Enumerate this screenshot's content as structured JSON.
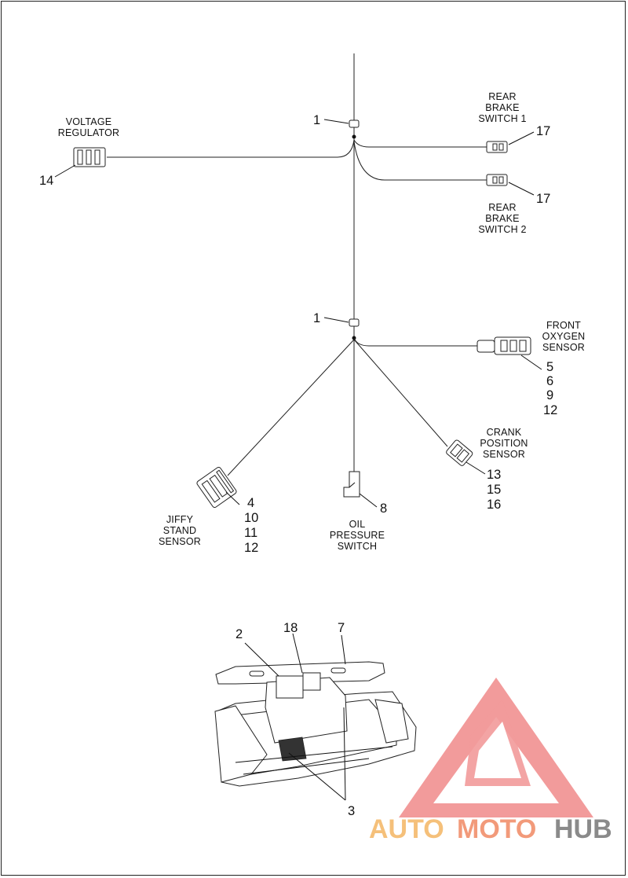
{
  "labels": {
    "voltage_regulator": [
      "VOLTAGE",
      "REGULATOR"
    ],
    "rear_brake_switch_1": [
      "REAR",
      "BRAKE",
      "SWITCH 1"
    ],
    "rear_brake_switch_2": [
      "REAR",
      "BRAKE",
      "SWITCH 2"
    ],
    "front_oxygen_sensor": [
      "FRONT",
      "OXYGEN",
      "SENSOR"
    ],
    "crank_position_sensor": [
      "CRANK",
      "POSITION",
      "SENSOR"
    ],
    "jiffy_stand_sensor": [
      "JIFFY",
      "STAND",
      "SENSOR"
    ],
    "oil_pressure_switch": [
      "OIL",
      "PRESSURE",
      "SWITCH"
    ]
  },
  "callouts": {
    "clip_upper": "1",
    "clip_lower": "1",
    "voltage_regulator": "14",
    "rear_brake_switch_1": "17",
    "rear_brake_switch_2": "17",
    "front_oxygen_sensor": [
      "5",
      "6",
      "9",
      "12"
    ],
    "crank_position_sensor": [
      "13",
      "15",
      "16"
    ],
    "jiffy_stand_sensor": [
      "4",
      "10",
      "11",
      "12"
    ],
    "oil_pressure_switch": "8",
    "tray_left": "2",
    "tray_middle": "18",
    "tray_right": "7",
    "tray_bottom": "3"
  },
  "watermark": {
    "part1": "AUTO",
    "part2": "MOTO",
    "part3": "HUB",
    "colors": {
      "logo": "#f08080",
      "auto": "#f5c07a",
      "moto": "#f29a7a",
      "hub": "#8a8a8a"
    }
  }
}
